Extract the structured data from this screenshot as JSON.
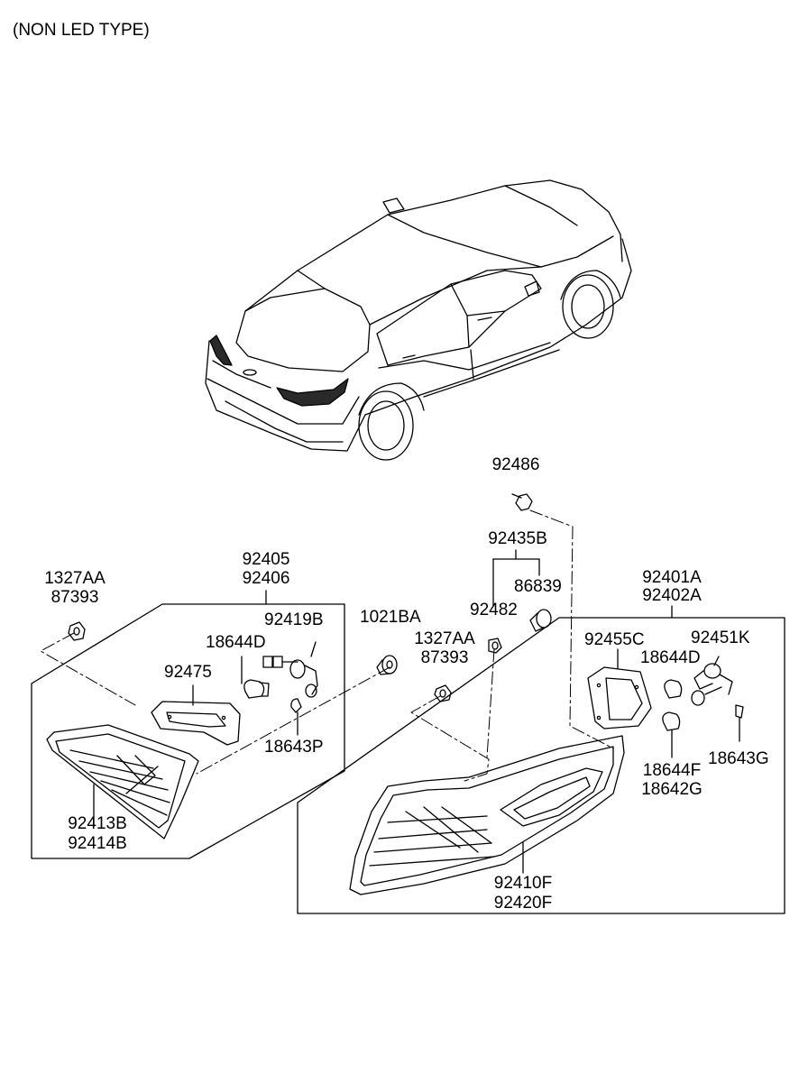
{
  "title": "(NON LED TYPE)",
  "labels": {
    "l92486": "92486",
    "l92435b": "92435B",
    "l86839": "86839",
    "l92482": "92482",
    "l92401a": "92401A",
    "l92402a": "92402A",
    "l92405": "92405",
    "l92406": "92406",
    "l1327aa_left": "1327AA",
    "l87393_left": "87393",
    "l1021ba": "1021BA",
    "l1327aa_mid": "1327AA",
    "l87393_mid": "87393",
    "l92419b": "92419B",
    "l18644d_left": "18644D",
    "l92475": "92475",
    "l18643p": "18643P",
    "l92413b": "92413B",
    "l92414b": "92414B",
    "l92455c": "92455C",
    "l92451k": "92451K",
    "l18644d_right": "18644D",
    "l18643g": "18643G",
    "l18644f": "18644F",
    "l18642g": "18642G",
    "l92410f": "92410F",
    "l92420f": "92420F"
  }
}
